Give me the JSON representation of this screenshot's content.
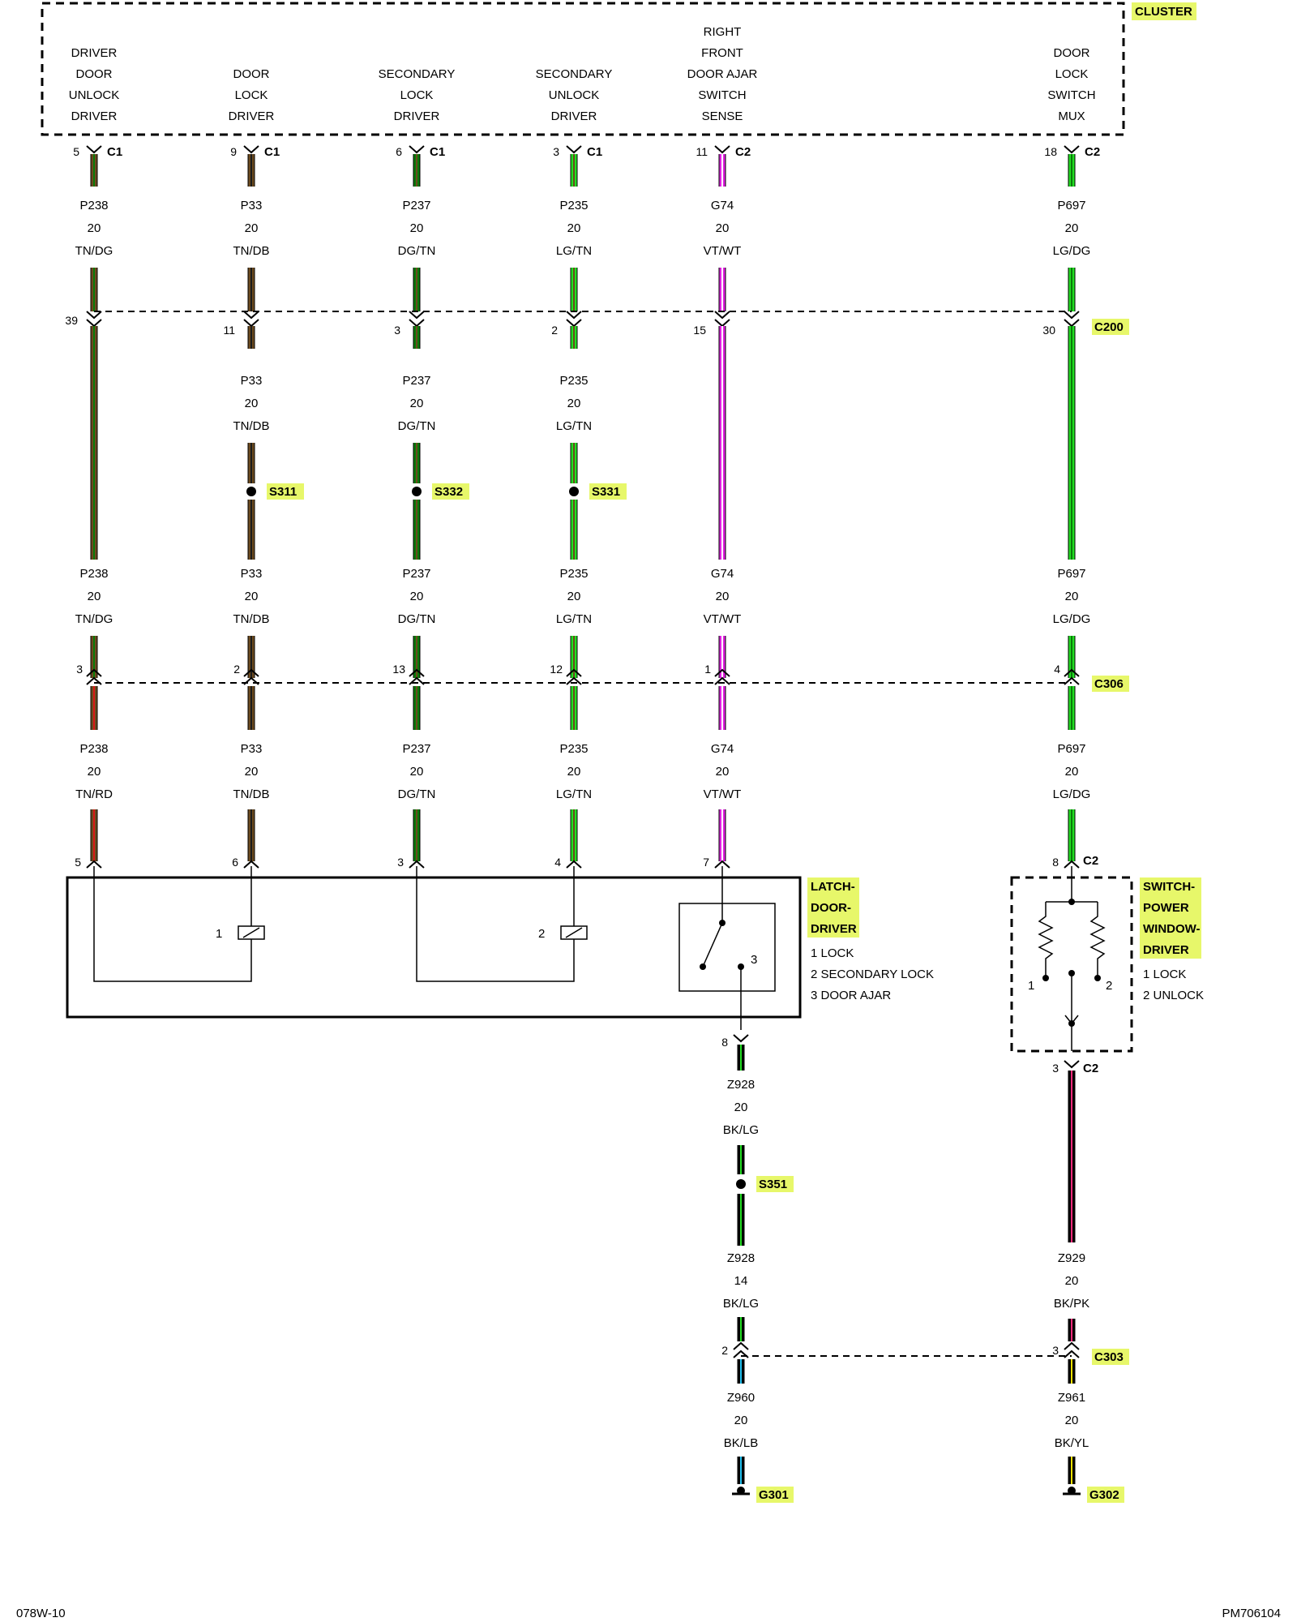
{
  "cluster": {
    "name": "CLUSTER",
    "functions": [
      [
        "DRIVER",
        "DOOR",
        "UNLOCK",
        "DRIVER"
      ],
      [
        "DOOR",
        "LOCK",
        "DRIVER"
      ],
      [
        "SECONDARY",
        "LOCK",
        "DRIVER"
      ],
      [
        "SECONDARY",
        "UNLOCK",
        "DRIVER"
      ],
      [
        "RIGHT",
        "FRONT",
        "DOOR AJAR",
        "SWITCH",
        "SENSE"
      ],
      [
        "DOOR",
        "LOCK",
        "SWITCH",
        "MUX"
      ]
    ],
    "pins": [
      {
        "pin": "5",
        "conn": "C1"
      },
      {
        "pin": "9",
        "conn": "C1"
      },
      {
        "pin": "6",
        "conn": "C1"
      },
      {
        "pin": "3",
        "conn": "C1"
      },
      {
        "pin": "11",
        "conn": "C2"
      },
      {
        "pin": "18",
        "conn": "C2"
      }
    ]
  },
  "wire_colors": {
    "TN": "#6b4a1f",
    "DG": "#0a7a0a",
    "DB": "#1c1c1c",
    "RD": "#d81818",
    "LG": "#22dd22",
    "VT": "#e020e0",
    "WT": "#ffffff",
    "BK": "#000000",
    "LB": "#20c0ee",
    "PK": "#ff2a7a",
    "YL": "#f0e000"
  },
  "wires": {
    "cluster_to_c200": [
      {
        "circuit": "P238",
        "gauge": "20",
        "color": "TN/DG"
      },
      {
        "circuit": "P33",
        "gauge": "20",
        "color": "TN/DB"
      },
      {
        "circuit": "P237",
        "gauge": "20",
        "color": "DG/TN"
      },
      {
        "circuit": "P235",
        "gauge": "20",
        "color": "LG/TN"
      },
      {
        "circuit": "G74",
        "gauge": "20",
        "color": "VT/WT"
      },
      {
        "circuit": "P697",
        "gauge": "20",
        "color": "LG/DG"
      }
    ],
    "c200_to_splice": [
      {
        "circuit": "P33",
        "gauge": "20",
        "color": "TN/DB"
      },
      {
        "circuit": "P237",
        "gauge": "20",
        "color": "DG/TN"
      },
      {
        "circuit": "P235",
        "gauge": "20",
        "color": "LG/TN"
      }
    ],
    "above_c306": [
      {
        "circuit": "P238",
        "gauge": "20",
        "color": "TN/DG"
      },
      {
        "circuit": "P33",
        "gauge": "20",
        "color": "TN/DB"
      },
      {
        "circuit": "P237",
        "gauge": "20",
        "color": "DG/TN"
      },
      {
        "circuit": "P235",
        "gauge": "20",
        "color": "LG/TN"
      },
      {
        "circuit": "G74",
        "gauge": "20",
        "color": "VT/WT"
      },
      {
        "circuit": "P697",
        "gauge": "20",
        "color": "LG/DG"
      }
    ],
    "below_c306": [
      {
        "circuit": "P238",
        "gauge": "20",
        "color": "TN/RD"
      },
      {
        "circuit": "P33",
        "gauge": "20",
        "color": "TN/DB"
      },
      {
        "circuit": "P237",
        "gauge": "20",
        "color": "DG/TN"
      },
      {
        "circuit": "P235",
        "gauge": "20",
        "color": "LG/TN"
      },
      {
        "circuit": "G74",
        "gauge": "20",
        "color": "VT/WT"
      },
      {
        "circuit": "P697",
        "gauge": "20",
        "color": "LG/DG"
      }
    ],
    "latch_ground_upper": {
      "circuit": "Z928",
      "gauge": "20",
      "color": "BK/LG"
    },
    "latch_ground_lower": {
      "circuit": "Z928",
      "gauge": "14",
      "color": "BK/LG"
    },
    "latch_ground_final": {
      "circuit": "Z960",
      "gauge": "20",
      "color": "BK/LB"
    },
    "switch_ground_upper": {
      "circuit": "Z929",
      "gauge": "20",
      "color": "BK/PK"
    },
    "switch_ground_final": {
      "circuit": "Z961",
      "gauge": "20",
      "color": "BK/YL"
    }
  },
  "connectors": {
    "c200": {
      "name": "C200",
      "pins": [
        "39",
        "11",
        "3",
        "2",
        "15",
        "30"
      ]
    },
    "c306": {
      "name": "C306",
      "pins": [
        "3",
        "2",
        "13",
        "12",
        "1",
        "4"
      ]
    },
    "c303": {
      "name": "C303",
      "pins": [
        "2",
        "3"
      ]
    }
  },
  "splices": [
    "S311",
    "S332",
    "S331",
    "S351"
  ],
  "grounds": [
    "G301",
    "G302"
  ],
  "latch": {
    "name": [
      "LATCH-",
      "DOOR-",
      "DRIVER"
    ],
    "pins": [
      "5",
      "6",
      "3",
      "4",
      "7"
    ],
    "ground_pin": "8",
    "coil_labels": [
      "1",
      "2"
    ],
    "switch_label": "3",
    "legend": [
      "1 LOCK",
      "2 SECONDARY LOCK",
      "3 DOOR AJAR"
    ]
  },
  "switch": {
    "name": [
      "SWITCH-",
      "POWER",
      "WINDOW-",
      "DRIVER"
    ],
    "input_pin": "8",
    "input_conn": "C2",
    "output_pin": "3",
    "output_conn": "C2",
    "contact_labels": [
      "1",
      "2"
    ],
    "legend": [
      "1 LOCK",
      "2 UNLOCK"
    ]
  },
  "footer": {
    "left": "078W-10",
    "right": "PM706104"
  }
}
